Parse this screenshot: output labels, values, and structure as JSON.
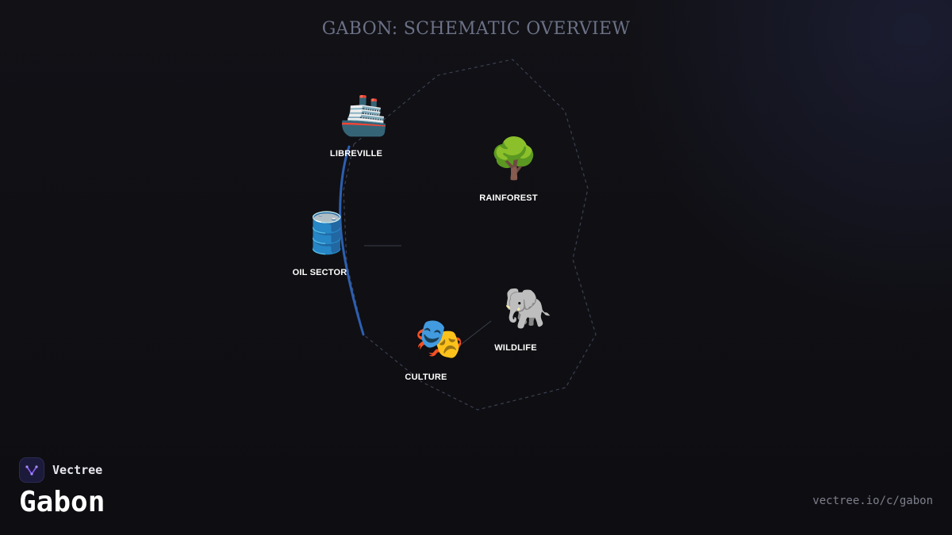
{
  "title": "GABON: SCHEMATIC OVERVIEW",
  "brand": {
    "name": "Vectree",
    "logo_icon": "vectree-logo-icon",
    "accent": "#8b5cf6"
  },
  "page_heading": "Gabon",
  "url": "vectree.io/c/gabon",
  "colors": {
    "background": "#0f0f13",
    "outline": "#3a4152",
    "coast": "#2d5fb0",
    "connector": "#3a3f4c",
    "label": "#ffffff"
  },
  "nodes": [
    {
      "id": "libreville",
      "label": "LIBREVILLE",
      "emoji": "🚢",
      "icon": "ship-icon"
    },
    {
      "id": "rainforest",
      "label": "RAINFOREST",
      "emoji": "🌳",
      "icon": "tree-icon"
    },
    {
      "id": "oil",
      "label": "OIL SECTOR",
      "emoji": "🛢️",
      "icon": "oil-barrel-icon"
    },
    {
      "id": "wildlife",
      "label": "WILDLIFE",
      "emoji": "🐘",
      "icon": "elephant-icon"
    },
    {
      "id": "culture",
      "label": "CULTURE",
      "emoji": "🎭",
      "icon": "theater-masks-icon"
    }
  ]
}
